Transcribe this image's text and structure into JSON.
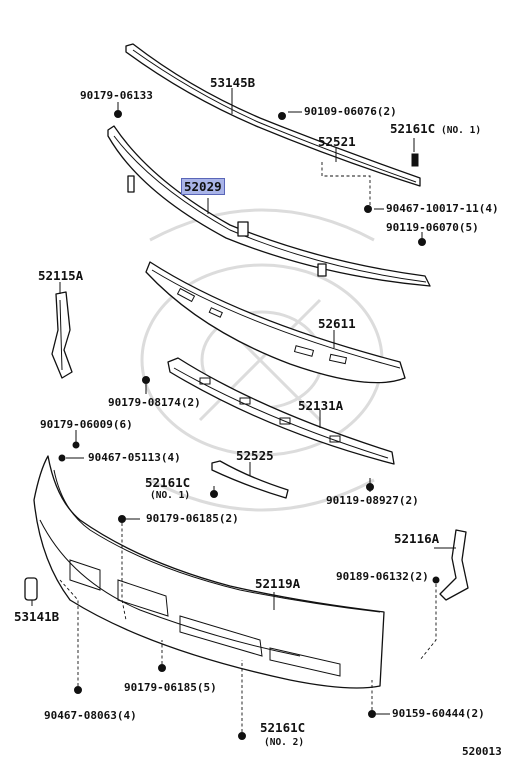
{
  "diagram_code": "520013",
  "labels": {
    "p53145B": "53145B",
    "p90179_06133": "90179-06133",
    "p90109_06076": "90109-06076(2)",
    "p52161C_no1_top": "52161C",
    "p52161C_no1_top_note": "(NO. 1)",
    "p52521": "52521",
    "p52029": "52029",
    "p90467_10017": "90467-10017-11(4)",
    "p90119_06070": "90119-06070(5)",
    "p52115A": "52115A",
    "p52611": "52611",
    "p90179_08174": "90179-08174(2)",
    "p52131A": "52131A",
    "p90179_06009": "90179-06009(6)",
    "p90467_05113": "90467-05113(4)",
    "p52525": "52525",
    "p52161C_no1_mid": "52161C",
    "p52161C_no1_mid_note": "(NO. 1)",
    "p90119_08927": "90119-08927(2)",
    "p90179_06185_a": "90179-06185(2)",
    "p52116A": "52116A",
    "p90189_06132": "90189-06132(2)",
    "p52119A": "52119A",
    "p53141B": "53141B",
    "p90179_06185_b": "90179-06185(5)",
    "p90159_60444": "90159-60444(2)",
    "p90467_08063": "90467-08063(4)",
    "p52161C_no2": "52161C",
    "p52161C_no2_note": "(NO. 2)"
  },
  "highlight_color": "#a9b4e8"
}
